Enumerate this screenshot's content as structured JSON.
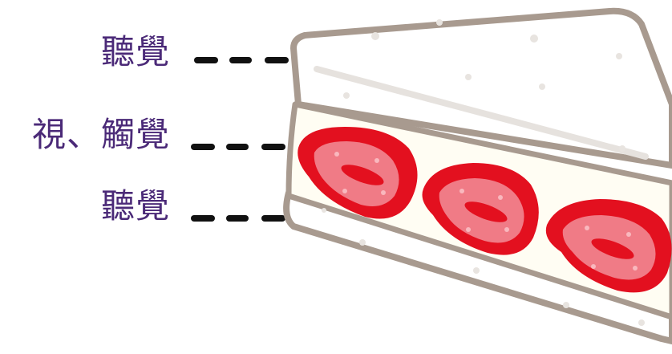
{
  "labels": {
    "top": "聽覺",
    "middle": "視、觸覺",
    "bottom": "聽覺"
  },
  "colors": {
    "label_text": "#4b2a78",
    "leader_line": "#111111",
    "bread_outline": "#a89a8f",
    "bread_fill": "#ffffff",
    "strawberry_red": "#e3101f",
    "strawberry_pink": "#f07b86",
    "cream": "#fffdf3"
  },
  "icons": {
    "illustration": "strawberry-sandwich-icon"
  }
}
